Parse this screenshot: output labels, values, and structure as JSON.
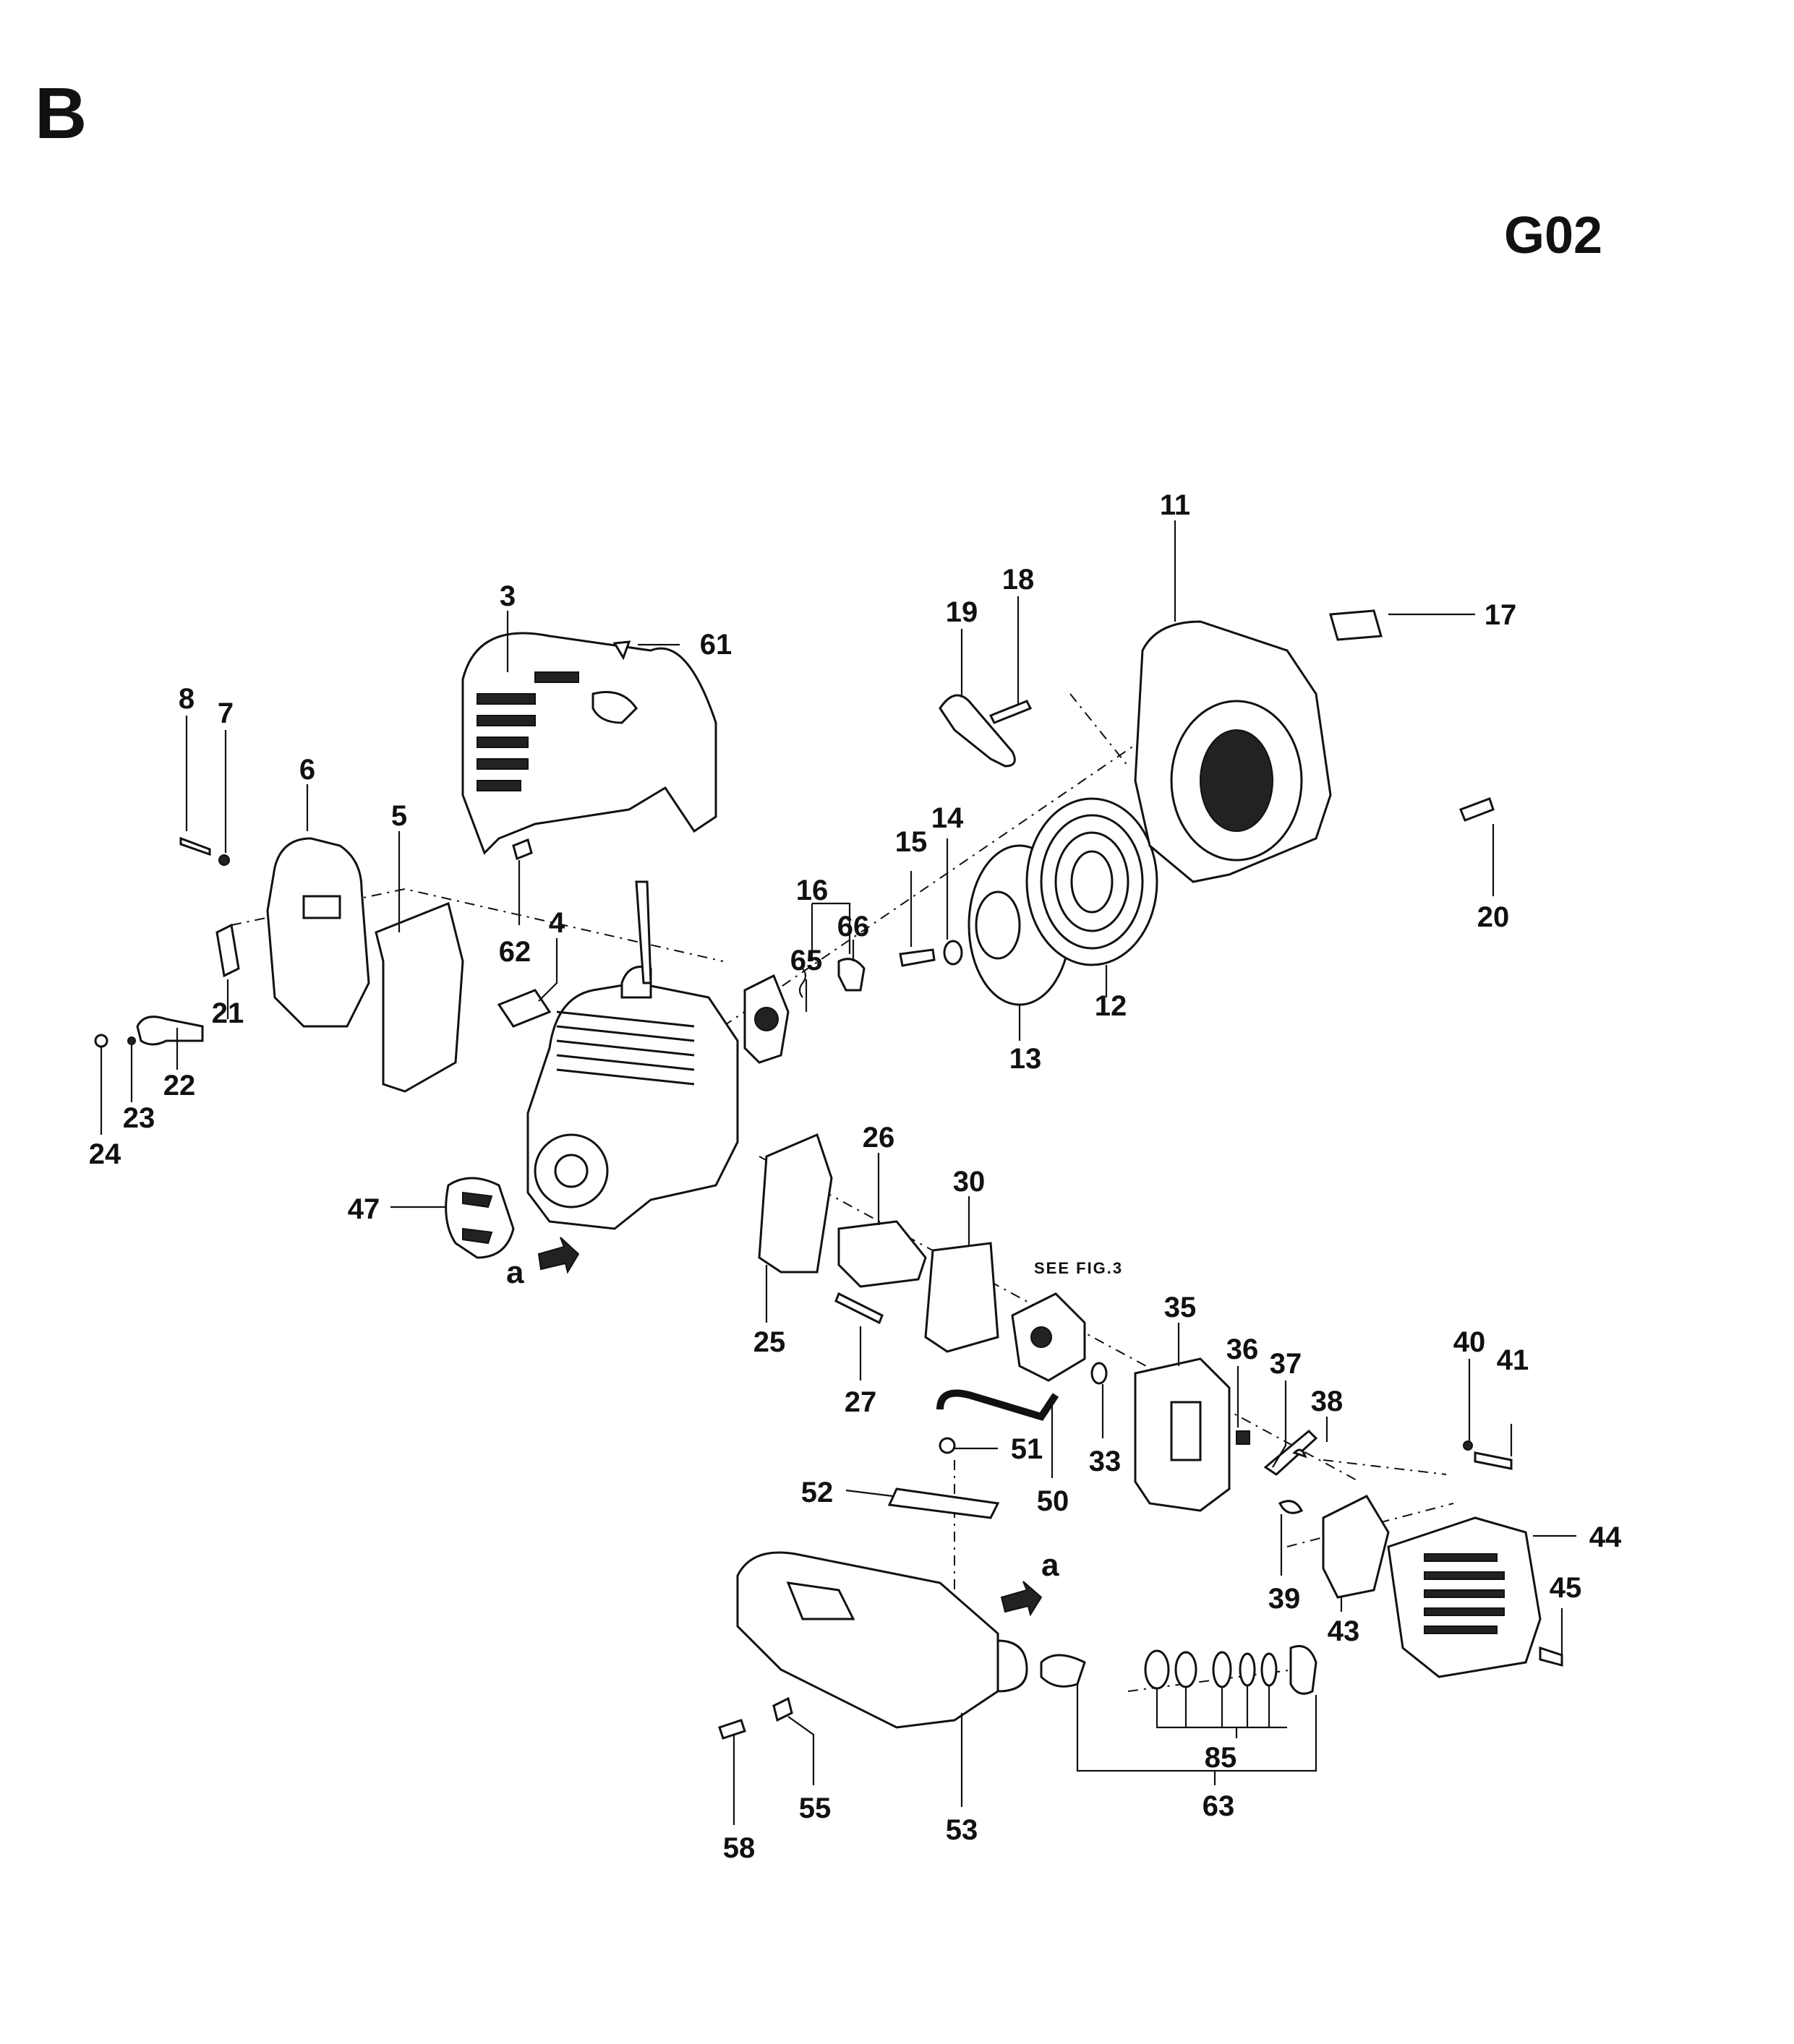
{
  "header": {
    "corner_label": "B",
    "sheet_code": "G02"
  },
  "diagram": {
    "note": "SEE FIG.3",
    "arrow_label": "a",
    "callouts": [
      {
        "id": "c3",
        "text": "3"
      },
      {
        "id": "c61",
        "text": "61"
      },
      {
        "id": "c8",
        "text": "8"
      },
      {
        "id": "c7",
        "text": "7"
      },
      {
        "id": "c6",
        "text": "6"
      },
      {
        "id": "c5",
        "text": "5"
      },
      {
        "id": "c62",
        "text": "62"
      },
      {
        "id": "c4",
        "text": "4"
      },
      {
        "id": "c21",
        "text": "21"
      },
      {
        "id": "c22",
        "text": "22"
      },
      {
        "id": "c23",
        "text": "23"
      },
      {
        "id": "c24",
        "text": "24"
      },
      {
        "id": "c47",
        "text": "47"
      },
      {
        "id": "c11",
        "text": "11"
      },
      {
        "id": "c17",
        "text": "17"
      },
      {
        "id": "c18",
        "text": "18"
      },
      {
        "id": "c19",
        "text": "19"
      },
      {
        "id": "c20",
        "text": "20"
      },
      {
        "id": "c16",
        "text": "16"
      },
      {
        "id": "c65",
        "text": "65"
      },
      {
        "id": "c66",
        "text": "66"
      },
      {
        "id": "c15",
        "text": "15"
      },
      {
        "id": "c14",
        "text": "14"
      },
      {
        "id": "c13",
        "text": "13"
      },
      {
        "id": "c12",
        "text": "12"
      },
      {
        "id": "c26",
        "text": "26"
      },
      {
        "id": "c30",
        "text": "30"
      },
      {
        "id": "c25",
        "text": "25"
      },
      {
        "id": "c27",
        "text": "27"
      },
      {
        "id": "c35",
        "text": "35"
      },
      {
        "id": "c36",
        "text": "36"
      },
      {
        "id": "c37",
        "text": "37"
      },
      {
        "id": "c38",
        "text": "38"
      },
      {
        "id": "c40",
        "text": "40"
      },
      {
        "id": "c41",
        "text": "41"
      },
      {
        "id": "c33",
        "text": "33"
      },
      {
        "id": "c51",
        "text": "51"
      },
      {
        "id": "c50",
        "text": "50"
      },
      {
        "id": "c52",
        "text": "52"
      },
      {
        "id": "c39",
        "text": "39"
      },
      {
        "id": "c43",
        "text": "43"
      },
      {
        "id": "c44",
        "text": "44"
      },
      {
        "id": "c45",
        "text": "45"
      },
      {
        "id": "c85",
        "text": "85"
      },
      {
        "id": "c63",
        "text": "63"
      },
      {
        "id": "c53",
        "text": "53"
      },
      {
        "id": "c55",
        "text": "55"
      },
      {
        "id": "c58",
        "text": "58"
      }
    ]
  }
}
